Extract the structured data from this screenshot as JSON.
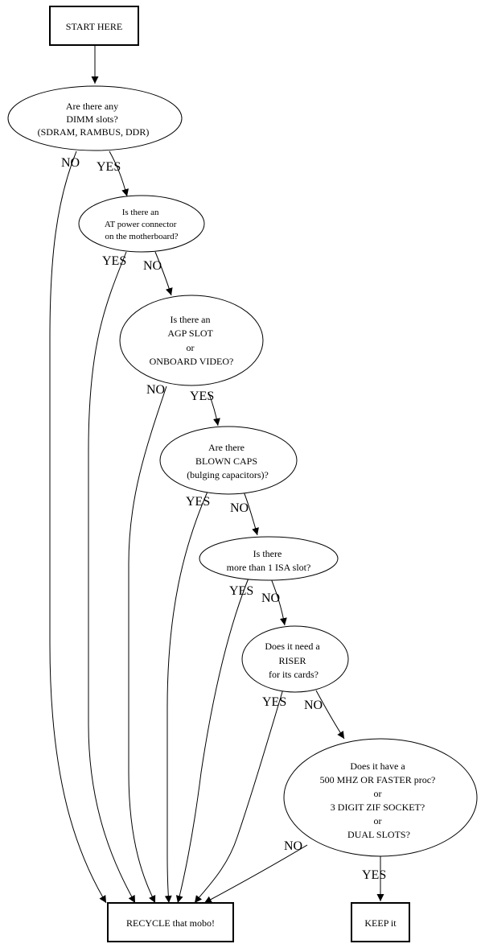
{
  "nodes": {
    "start": {
      "label": "START HERE"
    },
    "dimm": {
      "lines": [
        "Are there any",
        "DIMM slots?",
        "(SDRAM, RAMBUS, DDR)"
      ]
    },
    "at_power": {
      "lines": [
        "Is there an",
        "AT power connector",
        "on the motherboard?"
      ]
    },
    "agp": {
      "lines": [
        "Is there an",
        "AGP SLOT",
        "or",
        "ONBOARD VIDEO?"
      ]
    },
    "caps": {
      "lines": [
        "Are there",
        "BLOWN CAPS",
        "(bulging capacitors)?"
      ]
    },
    "isa": {
      "lines": [
        "Is there",
        "more than 1 ISA slot?"
      ]
    },
    "riser": {
      "lines": [
        "Does it need a",
        "RISER",
        "for its cards?"
      ]
    },
    "cpu": {
      "lines": [
        "Does it have a",
        "500 MHZ OR FASTER proc?",
        "or",
        "3 DIGIT ZIF SOCKET?",
        "or",
        "DUAL SLOTS?"
      ]
    },
    "recycle": {
      "label": "RECYCLE that mobo!"
    },
    "keep": {
      "label": "KEEP it"
    }
  },
  "edges": {
    "dimm_no": "NO",
    "dimm_yes": "YES",
    "at_yes": "YES",
    "at_no": "NO",
    "agp_no": "NO",
    "agp_yes": "YES",
    "caps_yes": "YES",
    "caps_no": "NO",
    "isa_yes": "YES",
    "isa_no": "NO",
    "riser_yes": "YES",
    "riser_no": "NO",
    "cpu_no": "NO",
    "cpu_yes": "YES"
  }
}
